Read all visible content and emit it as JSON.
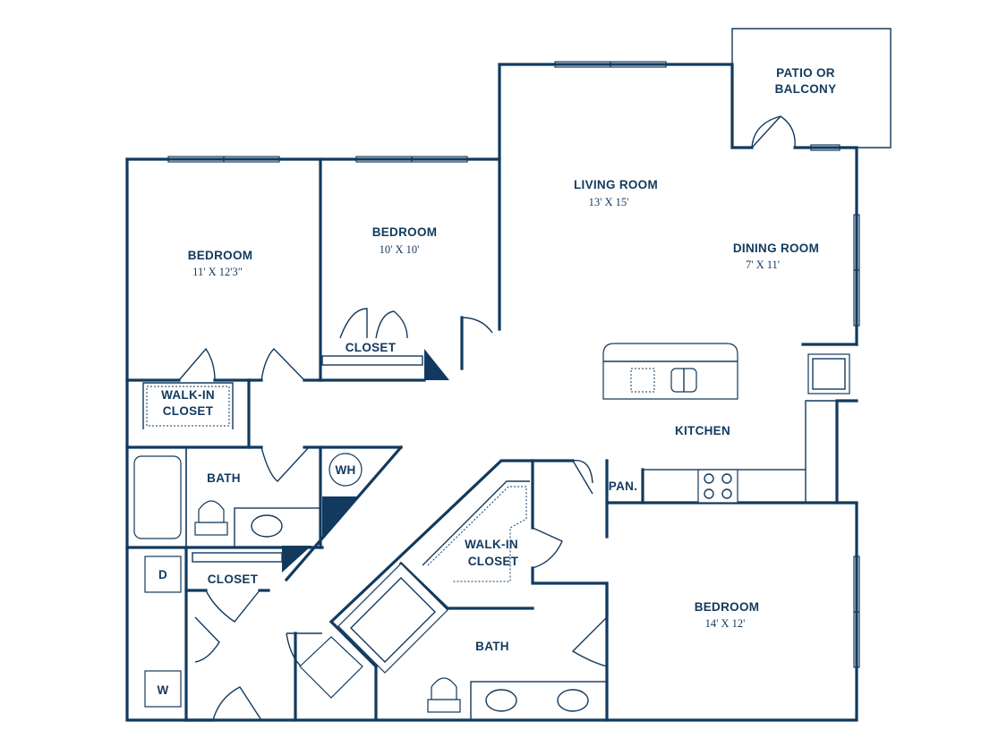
{
  "accent_color": "#123a5e",
  "rooms": {
    "patio": {
      "label_line1": "PATIO OR",
      "label_line2": "BALCONY"
    },
    "living": {
      "label": "LIVING ROOM",
      "dims": "13' X 15'"
    },
    "dining": {
      "label": "DINING ROOM",
      "dims": "7' X 11'"
    },
    "bedroom1": {
      "label": "BEDROOM",
      "dims": "11' X 12'3\""
    },
    "bedroom2": {
      "label": "BEDROOM",
      "dims": "10' X 10'"
    },
    "bedroom3": {
      "label": "BEDROOM",
      "dims": "14' X 12'"
    },
    "closet1": {
      "label": "CLOSET"
    },
    "closet2": {
      "label": "CLOSET"
    },
    "walkin1": {
      "label_line1": "WALK-IN",
      "label_line2": "CLOSET"
    },
    "walkin2": {
      "label_line1": "WALK-IN",
      "label_line2": "CLOSET"
    },
    "bath1": {
      "label": "BATH"
    },
    "bath2": {
      "label": "BATH"
    },
    "kitchen": {
      "label": "KITCHEN"
    },
    "pantry": {
      "label": "PAN."
    }
  },
  "fixtures": {
    "water_heater": "WH",
    "dryer": "D",
    "washer": "W"
  }
}
